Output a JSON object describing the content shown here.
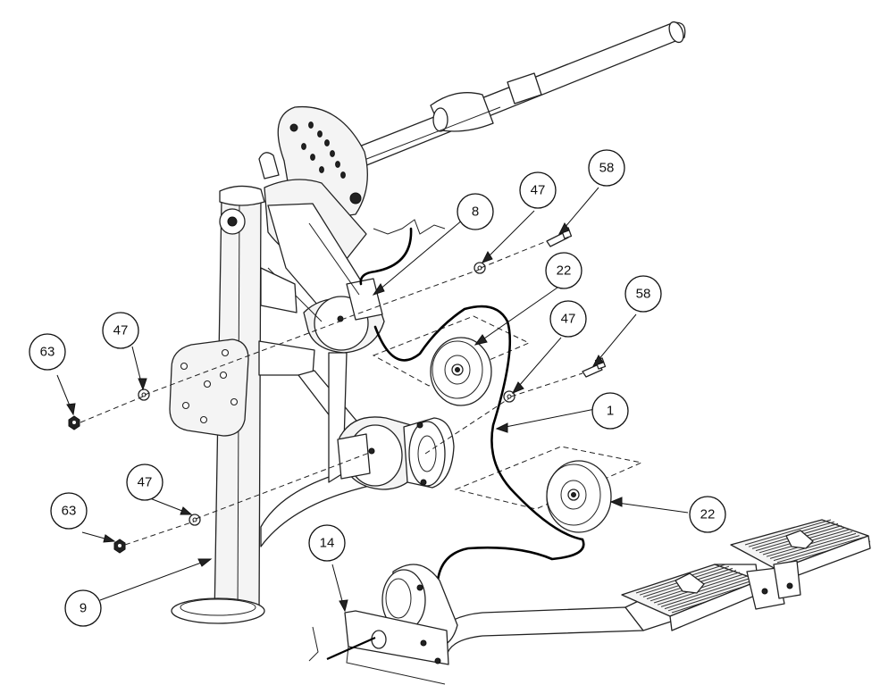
{
  "callouts": [
    {
      "id": "c-8",
      "label": "8"
    },
    {
      "id": "c-47a",
      "label": "47"
    },
    {
      "id": "c-58a",
      "label": "58"
    },
    {
      "id": "c-22a",
      "label": "22"
    },
    {
      "id": "c-47b",
      "label": "47"
    },
    {
      "id": "c-58b",
      "label": "58"
    },
    {
      "id": "c-47c",
      "label": "47"
    },
    {
      "id": "c-63a",
      "label": "63"
    },
    {
      "id": "c-1",
      "label": "1"
    },
    {
      "id": "c-47d",
      "label": "47"
    },
    {
      "id": "c-63b",
      "label": "63"
    },
    {
      "id": "c-22b",
      "label": "22"
    },
    {
      "id": "c-14",
      "label": "14"
    },
    {
      "id": "c-9",
      "label": "9"
    }
  ]
}
